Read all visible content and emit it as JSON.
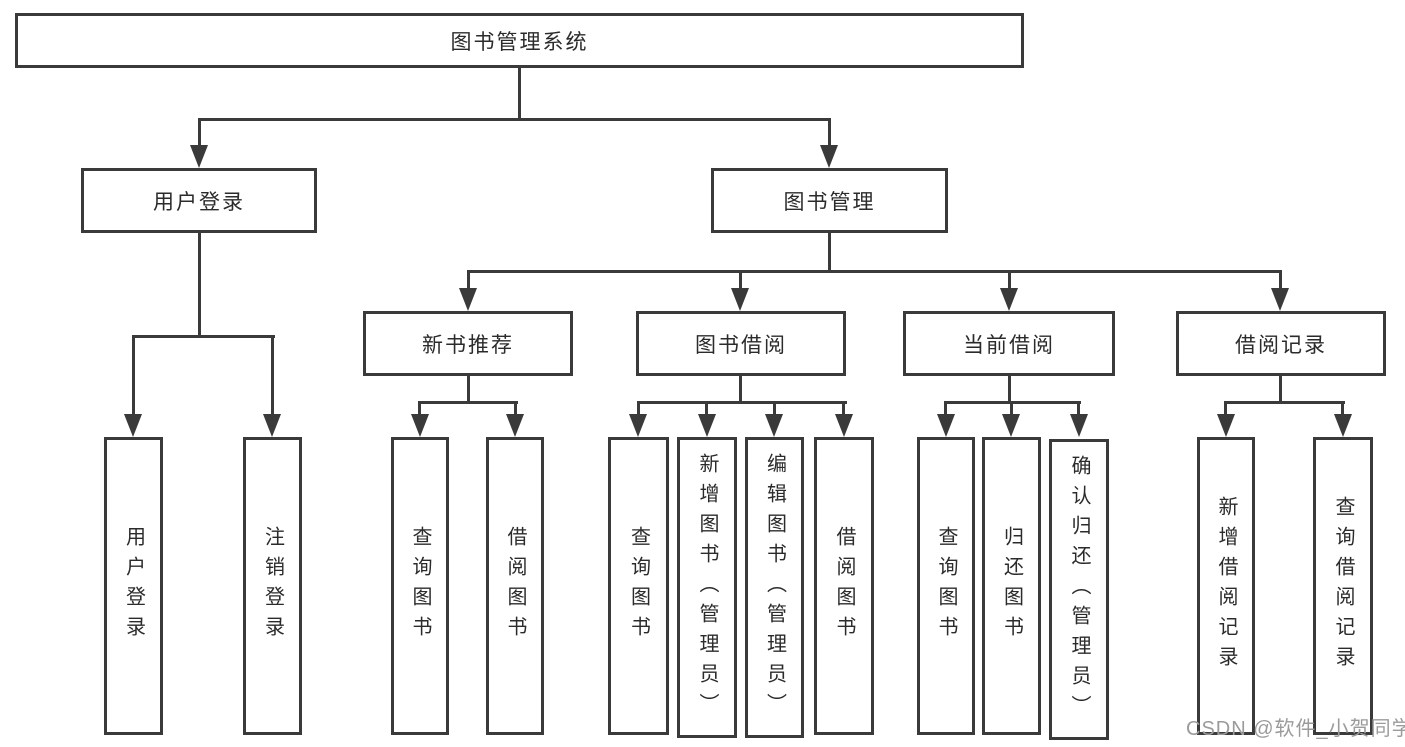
{
  "palette": {
    "line": "#3a3a3a",
    "box_border": "#3a3a3a",
    "box_fill": "#ffffff",
    "text": "#2b2b2b",
    "watermark_color": "#9b9b9b",
    "background": "#ffffff"
  },
  "watermark": "CSDN @软件_小贺同学",
  "tree": {
    "label": "图书管理系统",
    "children": [
      {
        "label": "用户登录",
        "children": [
          {
            "label": "用户登录"
          },
          {
            "label": "注销登录"
          }
        ]
      },
      {
        "label": "图书管理",
        "children": [
          {
            "label": "新书推荐",
            "children": [
              {
                "label": "查询图书"
              },
              {
                "label": "借阅图书"
              }
            ]
          },
          {
            "label": "图书借阅",
            "children": [
              {
                "label": "查询图书"
              },
              {
                "label": "新增图书（管理员）"
              },
              {
                "label": "编辑图书（管理员）"
              },
              {
                "label": "借阅图书"
              }
            ]
          },
          {
            "label": "当前借阅",
            "children": [
              {
                "label": "查询图书"
              },
              {
                "label": "归还图书"
              },
              {
                "label": "确认归还（管理员）"
              }
            ]
          },
          {
            "label": "借阅记录",
            "children": [
              {
                "label": "新增借阅记录"
              },
              {
                "label": "查询借阅记录"
              }
            ]
          }
        ]
      }
    ]
  }
}
